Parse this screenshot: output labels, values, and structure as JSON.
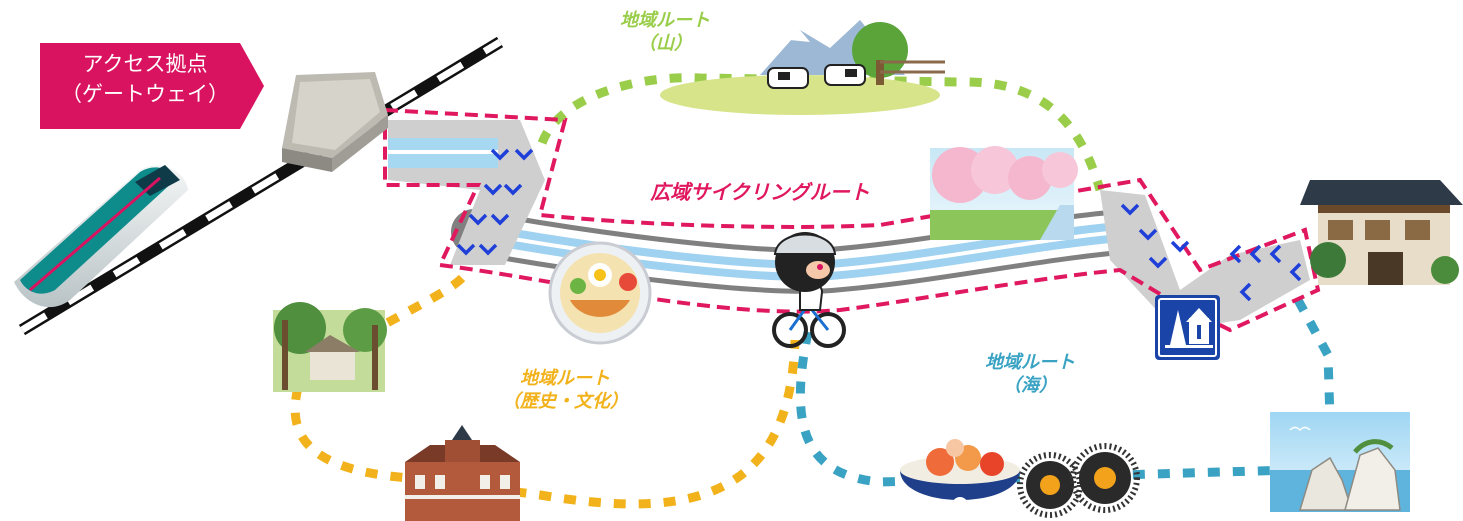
{
  "gateway": {
    "line1": "アクセス拠点",
    "line2": "（ゲートウェイ）"
  },
  "routes": {
    "wide": {
      "label": "広域サイクリングルート",
      "color": "#e0185f"
    },
    "mountain": {
      "line1": "地域ルート",
      "line2": "（山）",
      "color": "#9acd4a"
    },
    "history": {
      "line1": "地域ルート",
      "line2": "（歴史・文化）",
      "color": "#f2b21b"
    },
    "sea": {
      "line1": "地域ルート",
      "line2": "（海）",
      "color": "#3aa3c3"
    }
  },
  "icons": {
    "train": "shinkansen-icon",
    "station": "station-building-icon",
    "mountain": "mountain-farm-icon",
    "sakura": "cherry-blossom-icon",
    "inn": "ryokan-inn-icon",
    "info": "tourist-info-icon",
    "cyclist": "cyclist-icon",
    "noodle": "noodle-dish-icon",
    "forest": "forest-house-icon",
    "brick": "brick-building-icon",
    "seafood": "seafood-bowl-icon",
    "urchin": "sea-urchin-icon",
    "coast": "coast-cliff-icon"
  }
}
